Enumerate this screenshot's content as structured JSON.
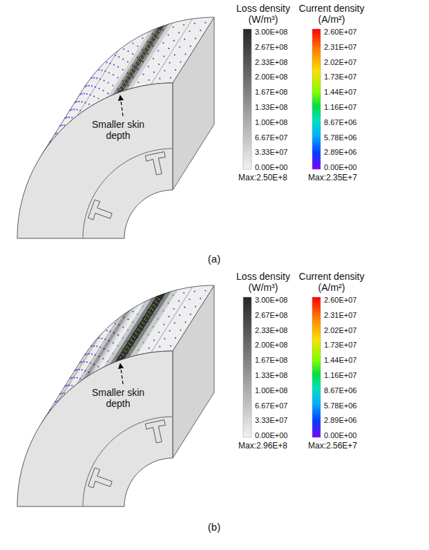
{
  "diagram": {
    "labels": [
      "Loss density (W/m³)",
      "Current density (A/m²)",
      "3.00E+08",
      "2.67E+08",
      "2.33E+08",
      "2.00E+08",
      "1.67E+08",
      "1.33E+08",
      "1.00E+08",
      "6.67E+07",
      "3.33E+07",
      "0.00E+00",
      "2.60E+07",
      "2.31E+07",
      "2.02E+07",
      "1.73E+07",
      "1.44E+07",
      "1.16E+07",
      "8.67E+06",
      "5.78E+06",
      "2.89E+06",
      "0.00E+00",
      "Smaller skin depth",
      "Max:2.50E+8",
      "Max:2.35E+7",
      "(a)",
      "Loss density (W/m³)",
      "Current density (A/m²)",
      "3.00E+08",
      "2.67E+08",
      "2.33E+08",
      "2.00E+08",
      "1.67E+08",
      "1.33E+08",
      "1.00E+08",
      "6.67E+07",
      "3.33E+07",
      "0.00E+00",
      "2.60E+07",
      "2.31E+07",
      "2.02E+07",
      "1.73E+07",
      "1.44E+07",
      "1.16E+07",
      "8.67E+06",
      "5.78E+06",
      "2.89E+06",
      "0.00E+00",
      "Smaller skin depth",
      "Max:2.96E+8",
      "Max:2.56E+7",
      "(b)"
    ]
  }
}
